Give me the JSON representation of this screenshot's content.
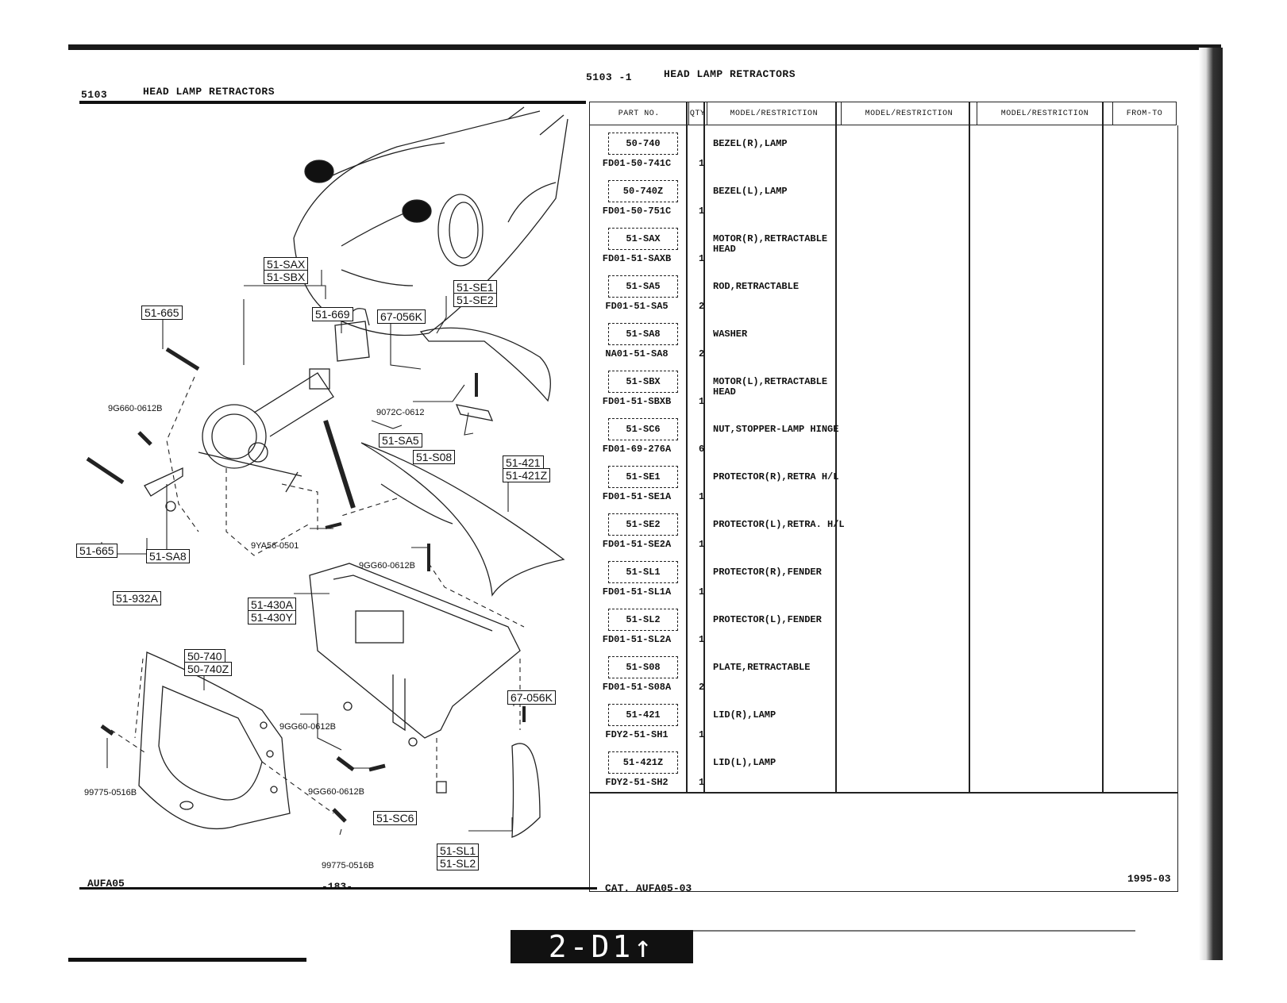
{
  "left_header": {
    "code": "5103",
    "title": "HEAD LAMP RETRACTORS"
  },
  "right_header": {
    "code": "5103 -1",
    "title": "HEAD LAMP RETRACTORS"
  },
  "columns": [
    "PART NO.",
    "QTY",
    "MODEL/RESTRICTION",
    "MODEL/RESTRICTION",
    "MODEL/RESTRICTION",
    "FROM-TO"
  ],
  "parts": [
    {
      "ref": "50-740",
      "part_no": "FD01-50-741C",
      "qty": "1",
      "desc": "BEZEL(R),LAMP"
    },
    {
      "ref": "50-740Z",
      "part_no": "FD01-50-751C",
      "qty": "1",
      "desc": "BEZEL(L),LAMP"
    },
    {
      "ref": "51-SAX",
      "part_no": "FD01-51-SAXB",
      "qty": "1",
      "desc": "MOTOR(R),RETRACTABLE HEAD"
    },
    {
      "ref": "51-SA5",
      "part_no": "FD01-51-SA5",
      "qty": "2",
      "desc": "ROD,RETRACTABLE"
    },
    {
      "ref": "51-SA8",
      "part_no": "NA01-51-SA8",
      "qty": "2",
      "desc": "WASHER"
    },
    {
      "ref": "51-SBX",
      "part_no": "FD01-51-SBXB",
      "qty": "1",
      "desc": "MOTOR(L),RETRACTABLE HEAD"
    },
    {
      "ref": "51-SC6",
      "part_no": "FD01-69-276A",
      "qty": "6",
      "desc": "NUT,STOPPER-LAMP HINGE"
    },
    {
      "ref": "51-SE1",
      "part_no": "FD01-51-SE1A",
      "qty": "1",
      "desc": "PROTECTOR(R),RETRA H/L"
    },
    {
      "ref": "51-SE2",
      "part_no": "FD01-51-SE2A",
      "qty": "1",
      "desc": "PROTECTOR(L),RETRA. H/L"
    },
    {
      "ref": "51-SL1",
      "part_no": "FD01-51-SL1A",
      "qty": "1",
      "desc": "PROTECTOR(R),FENDER"
    },
    {
      "ref": "51-SL2",
      "part_no": "FD01-51-SL2A",
      "qty": "1",
      "desc": "PROTECTOR(L),FENDER"
    },
    {
      "ref": "51-S08",
      "part_no": "FD01-51-S08A",
      "qty": "2",
      "desc": "PLATE,RETRACTABLE"
    },
    {
      "ref": "51-421",
      "part_no": "FDY2-51-SH1",
      "qty": "1",
      "desc": "LID(R),LAMP"
    },
    {
      "ref": "51-421Z",
      "part_no": "FDY2-51-SH2",
      "qty": "1",
      "desc": "LID(L),LAMP"
    }
  ],
  "callouts": {
    "sax": "51-SAX",
    "sbx": "51-SBX",
    "c665a": "51-665",
    "c669": "51-669",
    "c67056k": "67-056K",
    "se1": "51-SE1",
    "se2": "51-SE2",
    "g0612a": "9G660-0612B",
    "c9072c": "9072C-0612",
    "sa5": "51-SA5",
    "s08": "51-S08",
    "c421": "51-421",
    "c421z": "51-421Z",
    "c665b": "51-665",
    "sa8": "51-SA8",
    "ya56": "9YA56-0501",
    "c932a": "51-932A",
    "gg0612b": "9GG60-0612B",
    "c430a": "51-430A",
    "c430y": "51-430Y",
    "c740": "50-740",
    "c740z": "50-740Z",
    "c67056k2": "67-056K",
    "gg0612c": "9GG60-0612B",
    "gg0612d": "9GG60-0612B",
    "c99775a": "99775-0516B",
    "sc6": "51-SC6",
    "sl1": "51-SL1",
    "sl2": "51-SL2",
    "c99775b": "99775-0516B"
  },
  "footer": {
    "left_code": "AUFA05",
    "page": "-183-",
    "cat": "CAT. AUFA05-03",
    "date": "1995-03",
    "stamp": "2-D1↑"
  }
}
